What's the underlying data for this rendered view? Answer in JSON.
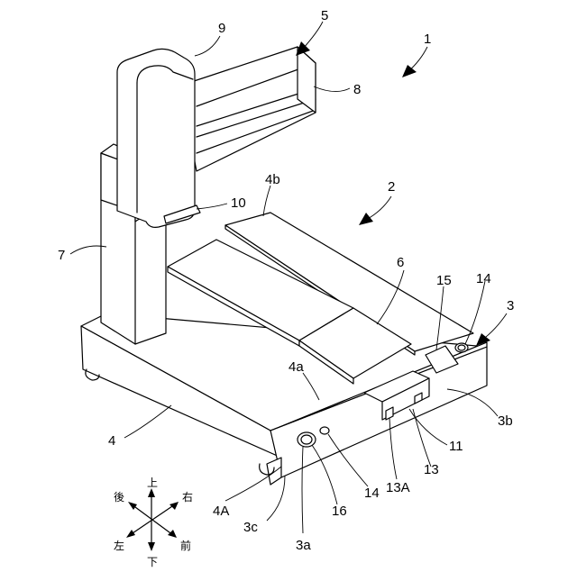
{
  "labels": {
    "l1": "1",
    "l2": "2",
    "l3": "3",
    "l3a": "3a",
    "l3b": "3b",
    "l3c": "3c",
    "l4": "4",
    "l4A": "4A",
    "l4a": "4a",
    "l4b": "4b",
    "l5": "5",
    "l6": "6",
    "l7": "7",
    "l8": "8",
    "l9": "9",
    "l10": "10",
    "l11": "11",
    "l13": "13",
    "l13A": "13A",
    "l14a": "14",
    "l14b": "14",
    "l15": "15",
    "l16": "16"
  },
  "compass": {
    "up": "上",
    "down": "下",
    "back": "後",
    "front": "前",
    "left": "左",
    "right": "右"
  }
}
